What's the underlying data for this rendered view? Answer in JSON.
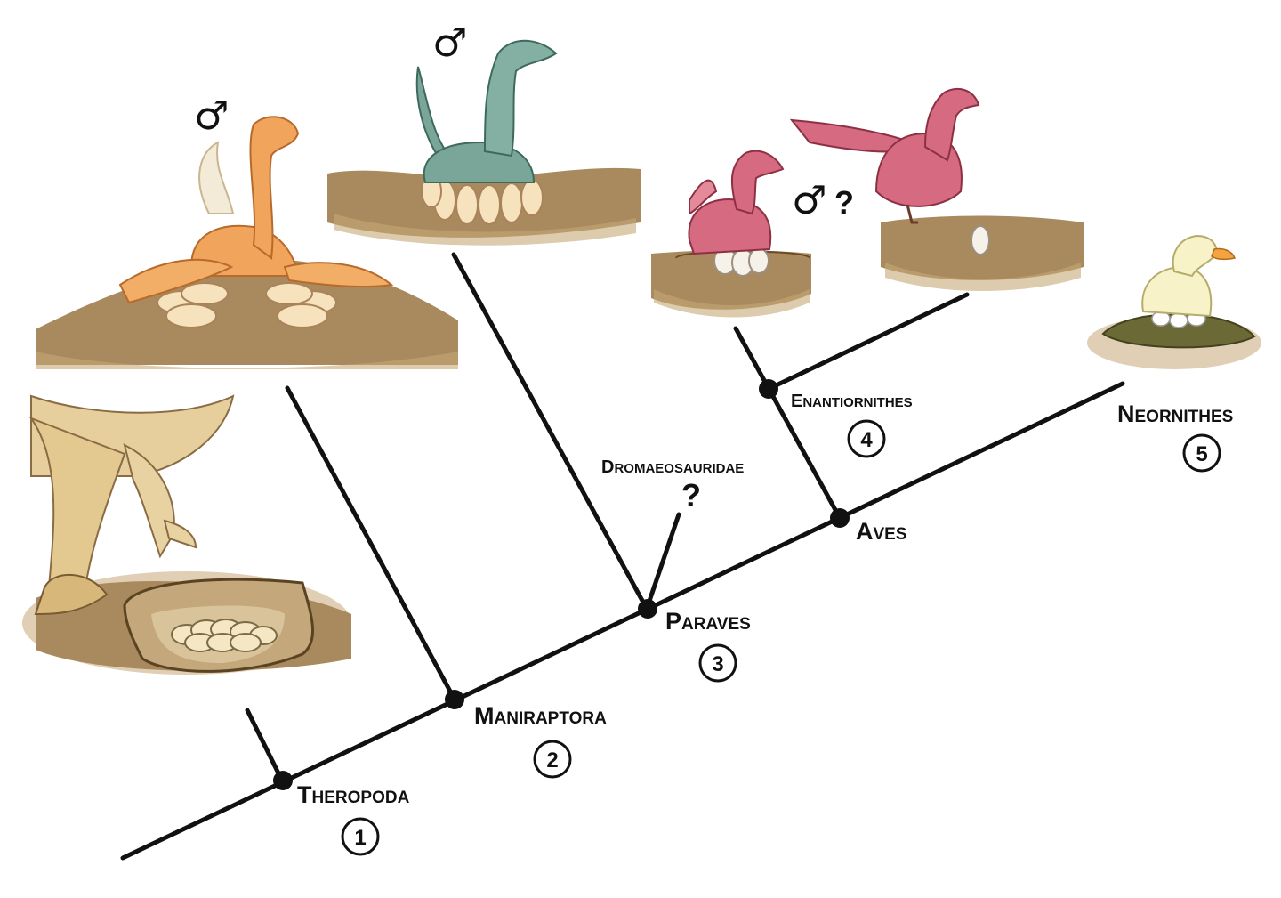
{
  "colors": {
    "line": "#111111",
    "soil": "#a98a5e",
    "soil_dark": "#8a6c44",
    "egg": "#f6e7c4",
    "oviraptorid": "#f0a45c",
    "troodontid": "#7aa699",
    "enantiornithine": "#d56a80",
    "duck": "#f7f2c8",
    "nest_grass": "#5b5a2e"
  },
  "clades": {
    "theropoda": {
      "small_caps_first": "T",
      "rest": "HEROPODA",
      "number": "1"
    },
    "maniraptora": {
      "small_caps_first": "M",
      "rest": "ANIRAPTORA",
      "number": "2"
    },
    "paraves": {
      "small_caps_first": "P",
      "rest": "ARAVES",
      "number": "3"
    },
    "dromaeosauridae": {
      "small_caps_first": "D",
      "rest": "ROMAEOSAURIDAE",
      "mark": "?"
    },
    "aves": {
      "small_caps_first": "A",
      "rest": "VES"
    },
    "enantiornithes": {
      "small_caps_first": "E",
      "rest": "NANTIORNITHES",
      "number": "4"
    },
    "neornithes": {
      "small_caps_first": "N",
      "rest": "EORNITHES",
      "number": "5"
    }
  },
  "symbols": {
    "male": "♂",
    "male_question": "?"
  },
  "illustrations": {
    "basal_theropod": "dinosaur-legs-over-buried-nest-icon",
    "oviraptorid": "brooding-oviraptorid-icon",
    "troodontid": "brooding-troodontid-icon",
    "enantiornithine_chick": "brooding-enantiornithine-icon",
    "enantiornithine_adult": "enantiornithine-over-buried-egg-icon",
    "duck": "duck-on-nest-icon"
  }
}
